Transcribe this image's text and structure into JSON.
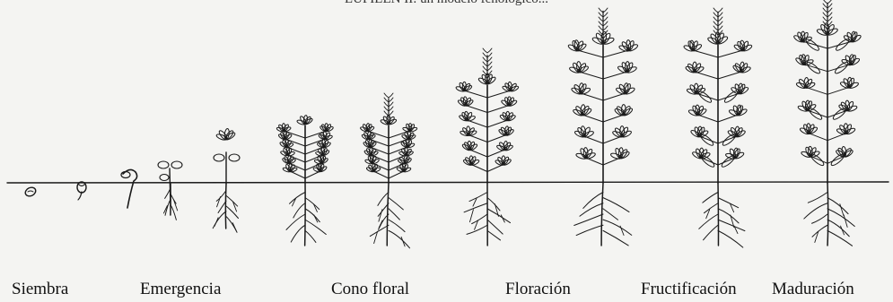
{
  "header": {
    "text": "LUPILEN II: un modelo fenológico..."
  },
  "stages": [
    {
      "label": "Siembra"
    },
    {
      "label": "Emergencia"
    },
    {
      "label": "Cono floral"
    },
    {
      "label": "Floración"
    },
    {
      "label": "Fructificación"
    },
    {
      "label": "Maduración"
    }
  ],
  "colors": {
    "ink": "#1a1a1a",
    "paper": "#f4f4f2"
  }
}
